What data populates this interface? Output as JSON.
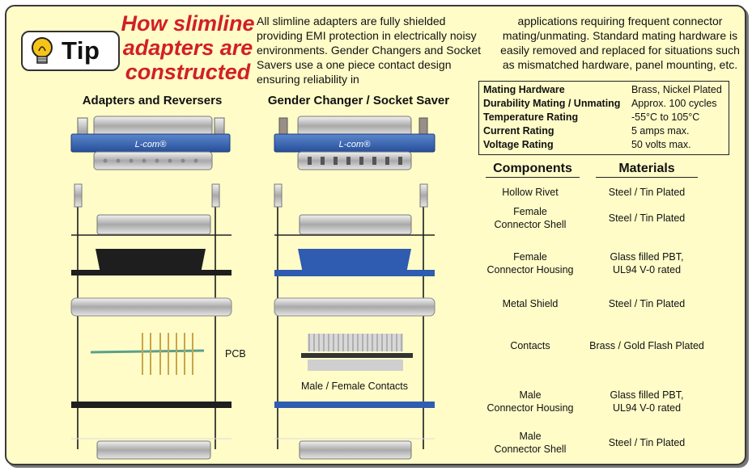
{
  "tip": {
    "label": "Tip"
  },
  "title": {
    "line1": "How slimline",
    "line2": "adapters are",
    "line3": "constructed"
  },
  "intro": {
    "col1": "All slimline adapters are fully shielded providing EMI protection in electrically noisy environments. Gender Changers and Socket Savers use a one piece contact design ensuring reliability in",
    "col2": "applications requiring frequent connector mating/unmating. Standard mating hardware is easily removed and replaced for situations such as mismatched hardware, panel mounting, etc."
  },
  "left_column": {
    "heading": "Adapters and Reversers",
    "pcb_label": "PCB",
    "brand": "L-com®"
  },
  "middle_column": {
    "heading": "Gender Changer / Socket Saver",
    "contacts_label": "Male / Female Contacts",
    "brand": "L-com®"
  },
  "specs": [
    {
      "name": "Mating Hardware",
      "value": "Brass, Nickel Plated"
    },
    {
      "name": "Durability Mating / Unmating",
      "value": "Approx. 100 cycles"
    },
    {
      "name": "Temperature Rating",
      "value": "-55°C to 105°C"
    },
    {
      "name": "Current Rating",
      "value": "5 amps max."
    },
    {
      "name": "Voltage Rating",
      "value": "50 volts max."
    }
  ],
  "components_table": {
    "header_components": "Components",
    "header_materials": "Materials",
    "rows": [
      {
        "component": "Hollow Rivet",
        "material": "Steel / Tin Plated"
      },
      {
        "component": "Female\nConnector Shell",
        "material": "Steel / Tin Plated"
      },
      {
        "component": "Female\nConnector Housing",
        "material": "Glass filled PBT,\nUL94 V-0 rated"
      },
      {
        "component": "Metal Shield",
        "material": "Steel / Tin Plated"
      },
      {
        "component": "Contacts",
        "material": "Brass / Gold Flash Plated"
      },
      {
        "component": "Male\nConnector Housing",
        "material": "Glass filled PBT,\nUL94 V-0 rated"
      },
      {
        "component": "Male\nConnector Shell",
        "material": "Steel / Tin Plated"
      }
    ]
  },
  "colors": {
    "title_red": "#d21f26",
    "card_bg": "#fffcc8",
    "connector_blue": "#3a67b4",
    "housing_blue": "#2f5bb0",
    "housing_black": "#1e1e1e"
  }
}
